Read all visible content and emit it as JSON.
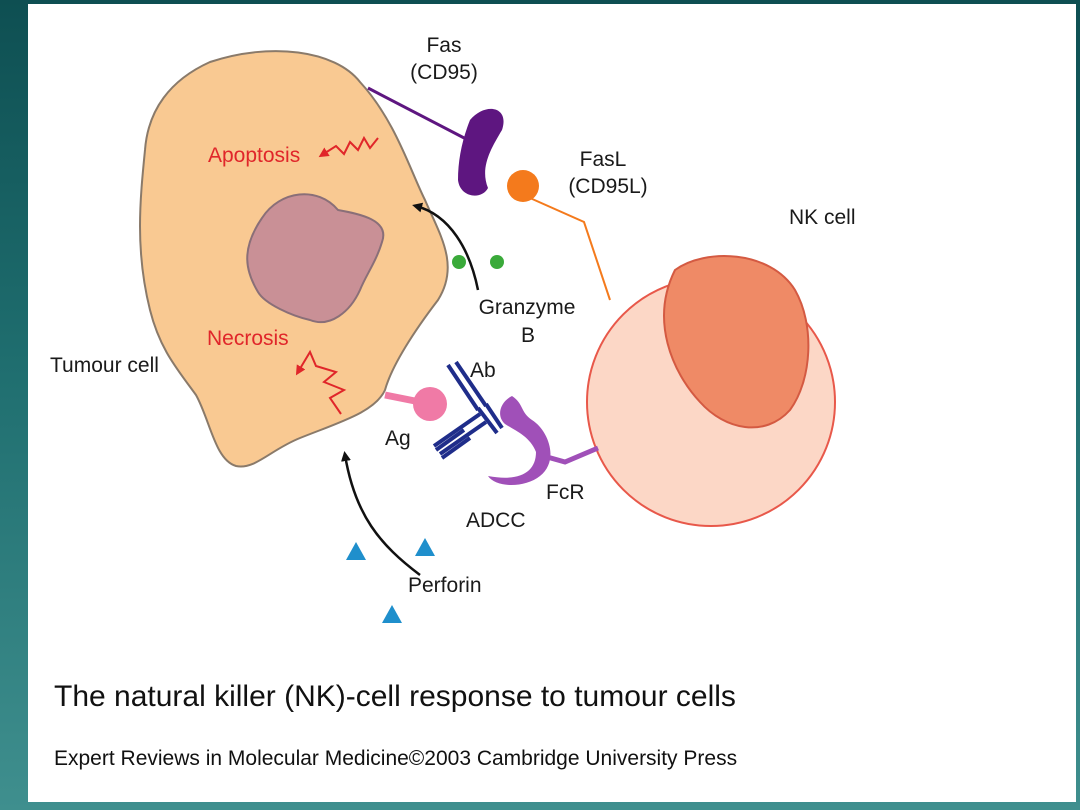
{
  "diagram": {
    "labels": {
      "fas_line1": "Fas",
      "fas_line2": "(CD95)",
      "fasl_line1": "FasL",
      "fasl_line2": "(CD95L)",
      "nk_cell": "NK cell",
      "apoptosis": "Apoptosis",
      "necrosis": "Necrosis",
      "tumour_cell": "Tumour cell",
      "granzyme_line1": "Granzyme",
      "granzyme_line2": "B",
      "ab": "Ab",
      "ag": "Ag",
      "adcc": "ADCC",
      "fcr": "FcR",
      "perforin": "Perforin"
    },
    "caption": "The natural killer (NK)-cell response to tumour cells",
    "source": "Expert Reviews in Molecular Medicine©2003 Cambridge University Press"
  },
  "colors": {
    "tumour_fill": "#f9c992",
    "nucleus_fill": "#c99096",
    "nk_outer": "#fcd7c6",
    "nk_inner": "#ef8a66",
    "nk_outline": "#e8584a",
    "fas": "#5e1680",
    "fasl": "#f47a1c",
    "granzyme": "#3aaa3a",
    "perforin": "#1f8fcc",
    "antibody": "#1f2d8a",
    "fcr": "#a050b8",
    "antigen": "#f07aa6",
    "red_text": "#e0262a",
    "background": "#1f6e6f"
  }
}
